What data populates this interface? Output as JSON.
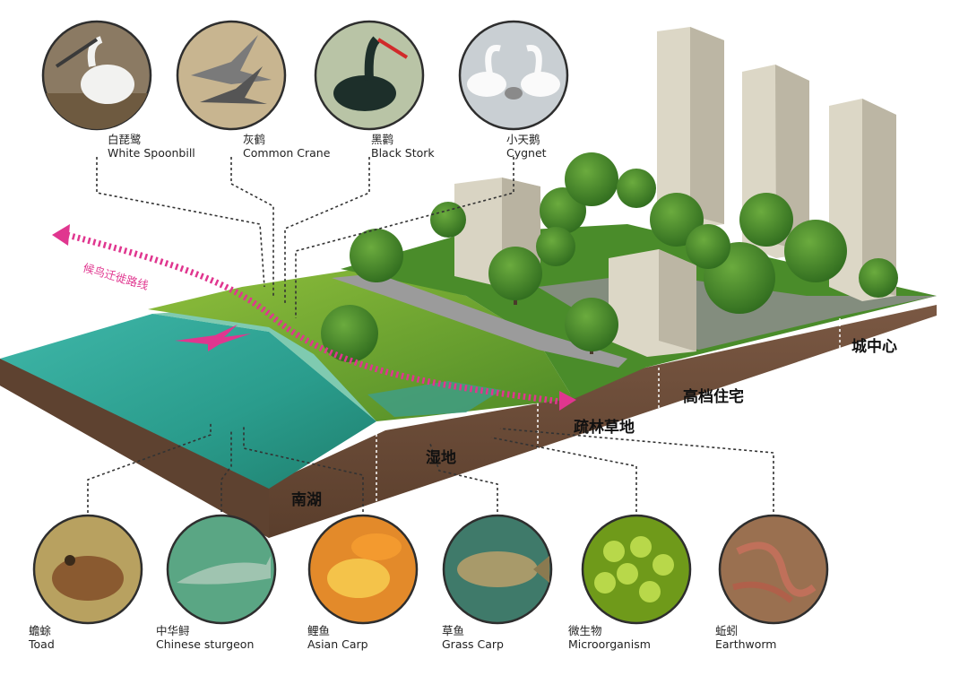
{
  "birds": [
    {
      "cn": "白琵鹭",
      "en": "White Spoonbill",
      "icon": "spoonbill-icon"
    },
    {
      "cn": "灰鹤",
      "en": "Common Crane",
      "icon": "crane-icon"
    },
    {
      "cn": "黑鹳",
      "en": "Black Stork",
      "icon": "stork-icon"
    },
    {
      "cn": "小天鹅",
      "en": "Cygnet",
      "icon": "swan-icon"
    }
  ],
  "aquatic": [
    {
      "cn": "蟾蜍",
      "en": "Toad",
      "icon": "toad-icon"
    },
    {
      "cn": "中华鲟",
      "en": "Chinese sturgeon",
      "icon": "sturgeon-icon"
    },
    {
      "cn": "鲤鱼",
      "en": "Asian Carp",
      "icon": "carp-icon"
    },
    {
      "cn": "草鱼",
      "en": "Grass Carp",
      "icon": "grass-carp-icon"
    },
    {
      "cn": "微生物",
      "en": "Microorganism",
      "icon": "microorganism-icon"
    },
    {
      "cn": "蚯蚓",
      "en": "Earthworm",
      "icon": "earthworm-icon"
    }
  ],
  "zones": {
    "lake": "南湖",
    "wetland": "湿地",
    "grassland": "疏林草地",
    "residential": "高档住宅",
    "city_center": "城中心"
  },
  "migration_route": "候鸟迁徙路线",
  "colors": {
    "route": "#e0368f",
    "water": "#2fa99a",
    "soil": "#6b4a35",
    "grass": "#5e9a2c",
    "building": "#d9d4c3"
  }
}
